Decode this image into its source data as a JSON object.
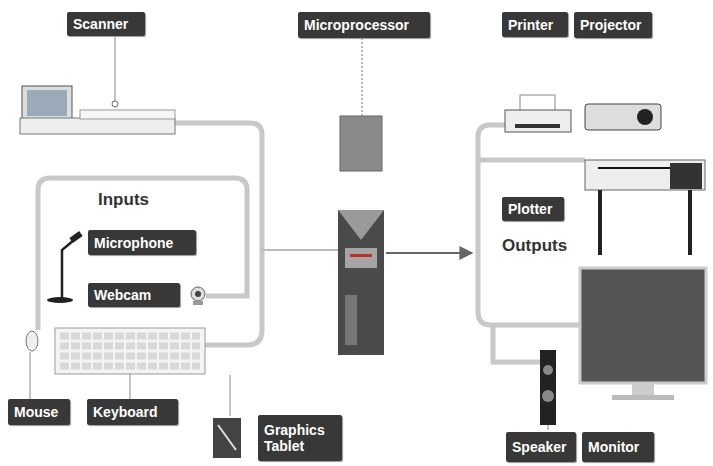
{
  "diagram": {
    "nodes": [
      {
        "text": [
          "Scanner"
        ]
      },
      {
        "text": [
          "Microprocessor"
        ]
      },
      {
        "text": [
          "Printer"
        ]
      },
      {
        "text": [
          "Projector"
        ]
      },
      {
        "text": [
          "Microphone"
        ]
      },
      {
        "text": [
          "Webcam"
        ]
      },
      {
        "text": [
          "Plotter"
        ]
      },
      {
        "text": [
          "Mouse"
        ]
      },
      {
        "text": [
          "Keyboard"
        ]
      },
      {
        "text": [
          "Graphics Tablet"
        ]
      },
      {
        "text": [
          "Speaker"
        ]
      },
      {
        "text": [
          "Monitor"
        ]
      }
    ],
    "labels": [
      "Inputs",
      "Outputs"
    ]
  }
}
